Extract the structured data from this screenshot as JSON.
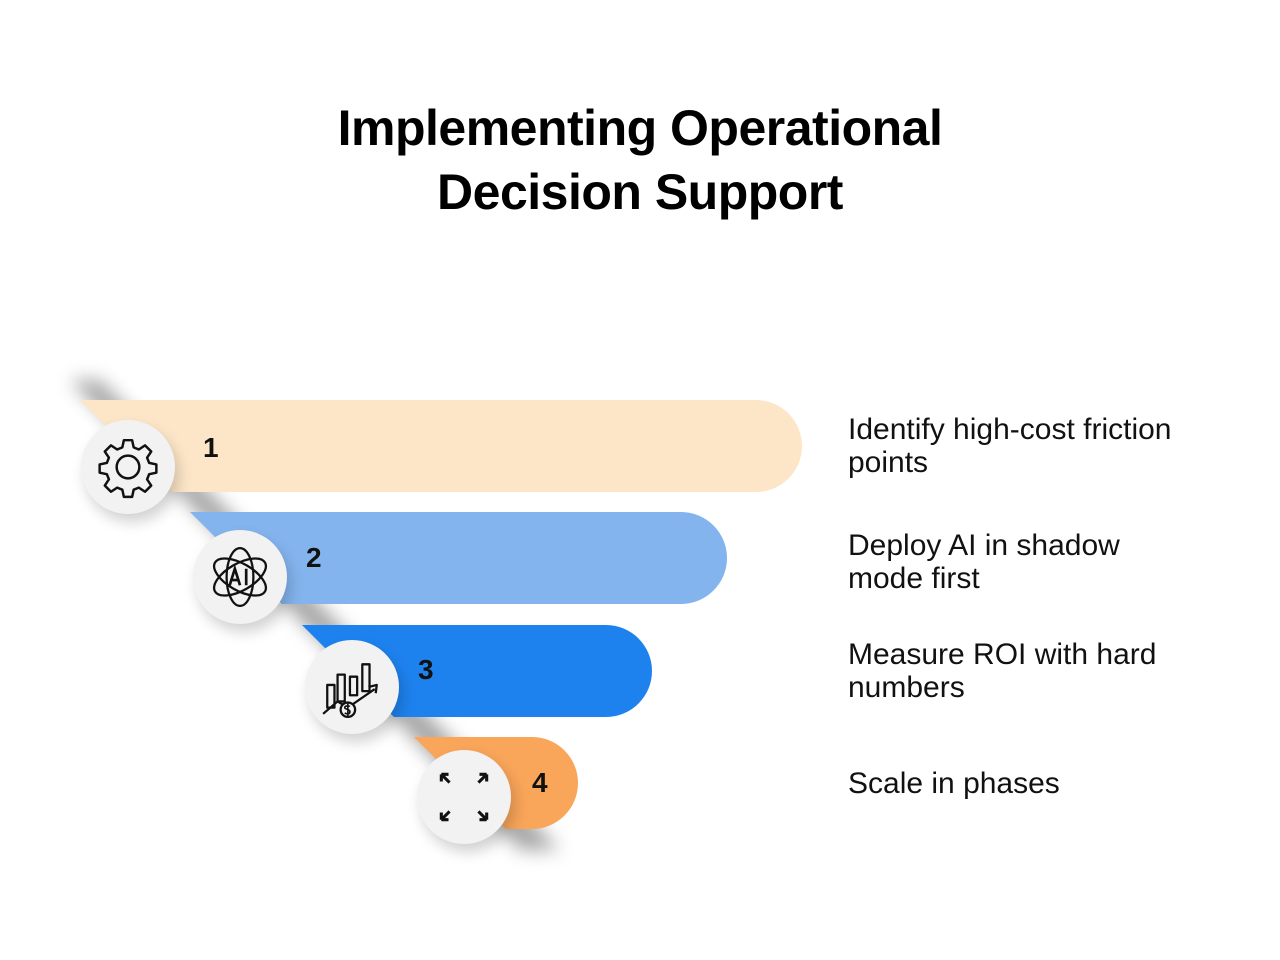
{
  "title_line1": "Implementing Operational",
  "title_line2": "Decision Support",
  "steps": [
    {
      "number": "1",
      "label": "Identify high-cost friction points",
      "color": "#fde6c8",
      "icon": "gear-icon"
    },
    {
      "number": "2",
      "label": "Deploy AI in shadow mode first",
      "color": "#84b4ee",
      "icon": "ai-atom-icon"
    },
    {
      "number": "3",
      "label": "Measure ROI with hard numbers",
      "color": "#1e82ee",
      "icon": "chart-dollar-icon"
    },
    {
      "number": "4",
      "label": "Scale in phases",
      "color": "#f9a55a",
      "icon": "expand-arrows-icon"
    }
  ]
}
